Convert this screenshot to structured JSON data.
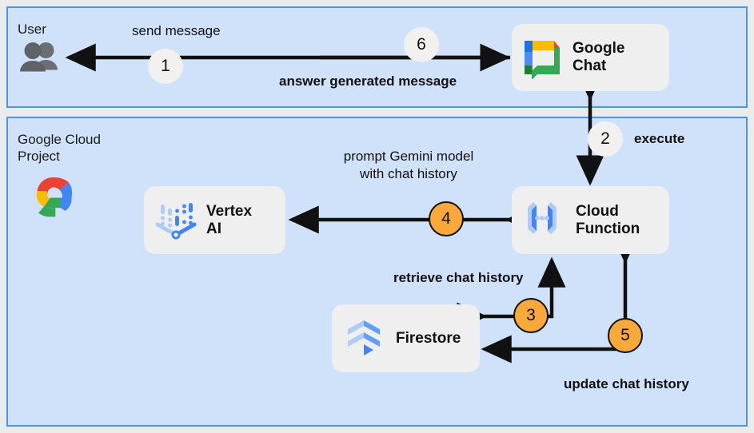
{
  "diagram": {
    "title": "Google Chat Gemini chat app architecture",
    "colors": {
      "canvas_background": "#ebebeb",
      "panel_background": "#cfe2fa",
      "panel_border": "#4e94e8",
      "service_box_background": "#efefef",
      "step_accent": "#f9a83a",
      "step_plain": "#f2f1ef",
      "arrow": "#111111"
    }
  },
  "panels": [
    {
      "id": "user",
      "title": "User"
    },
    {
      "id": "google-cloud-project",
      "title": "Google Cloud\nProject"
    }
  ],
  "services": [
    {
      "id": "google-chat",
      "label": "Google\nChat",
      "icon": "google-chat-icon"
    },
    {
      "id": "vertex-ai",
      "label": "Vertex\nAI",
      "icon": "vertex-ai-icon"
    },
    {
      "id": "cloud-function",
      "label": "Cloud\nFunction",
      "icon": "cloud-functions-icon"
    },
    {
      "id": "firestore",
      "label": "Firestore",
      "icon": "firestore-icon"
    }
  ],
  "steps": [
    {
      "number": "1",
      "style": "plain",
      "label": "send message",
      "from": "google-chat",
      "to": "user",
      "direction": "one-way"
    },
    {
      "number": "2",
      "style": "plain",
      "label": "execute",
      "from": "google-chat",
      "to": "cloud-function",
      "direction": "two-way"
    },
    {
      "number": "3",
      "style": "accent",
      "label": "retrieve chat history",
      "from": "cloud-function",
      "to": "firestore",
      "direction": "one-way"
    },
    {
      "number": "4",
      "style": "accent",
      "label": "prompt Gemini model\nwith chat history",
      "from": "cloud-function",
      "to": "vertex-ai",
      "direction": "two-way"
    },
    {
      "number": "5",
      "style": "accent",
      "label": "update chat history",
      "from": "cloud-function",
      "to": "firestore",
      "direction": "one-way"
    },
    {
      "number": "6",
      "style": "plain",
      "label": "answer generated message",
      "from": "user",
      "to": "google-chat",
      "direction": "one-way"
    }
  ],
  "labels": {
    "send_message": "send message",
    "answer_generated_message": "answer generated message",
    "execute": "execute",
    "prompt_gemini": "prompt Gemini model\nwith chat history",
    "retrieve_chat_history": "retrieve chat history",
    "update_chat_history": "update chat history"
  },
  "icons": {
    "user": "users-icon",
    "google_cloud": "google-cloud-logo"
  }
}
